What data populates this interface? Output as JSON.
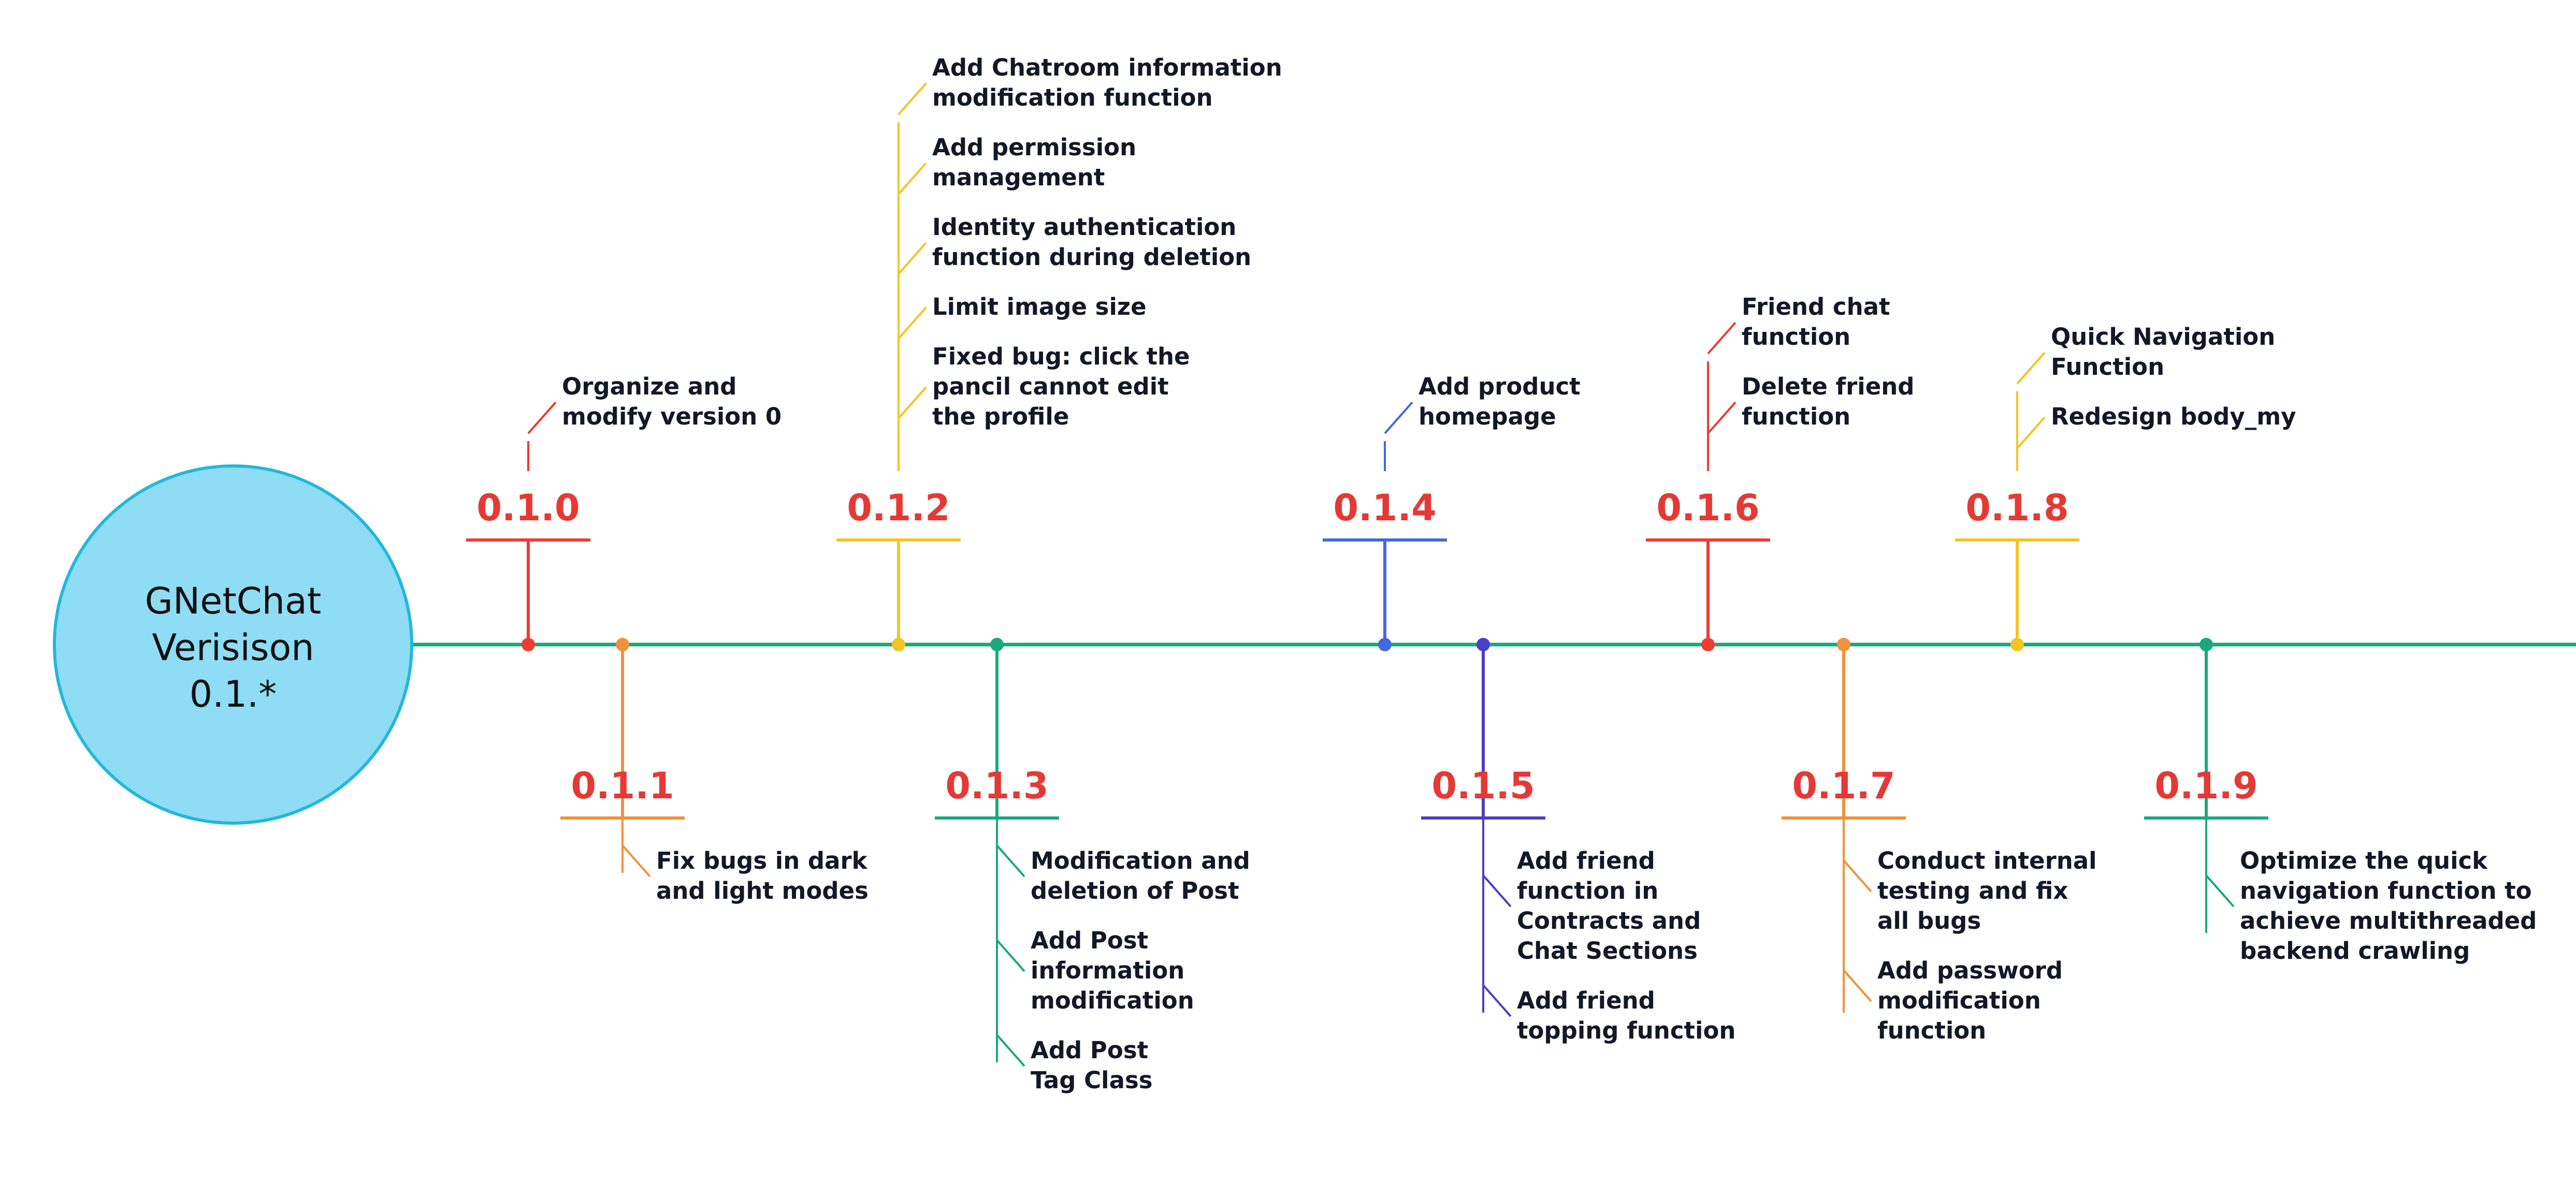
{
  "hub": {
    "lines": [
      "GNetChat",
      "Verisison",
      "0.1.*"
    ]
  },
  "colors": {
    "axis": "#18a87a",
    "hub_fill": "#8fdcf5",
    "hub_stroke": "#23b7da",
    "version_text": "#e53935",
    "note_text": "#111827"
  },
  "versions": [
    {
      "label": "0.1.0",
      "color": "#ee3b34",
      "side": "up",
      "items": [
        [
          "Organize and",
          "modify version 0"
        ]
      ]
    },
    {
      "label": "0.1.1",
      "color": "#f0913b",
      "side": "down",
      "items": [
        [
          "Fix bugs in dark",
          "and light modes"
        ]
      ]
    },
    {
      "label": "0.1.2",
      "color": "#f2c524",
      "side": "up",
      "items": [
        [
          "Add Chatroom information",
          "modification function"
        ],
        [
          "Add permission",
          "management"
        ],
        [
          "Identity authentication",
          "function during deletion"
        ],
        [
          "Limit image size"
        ],
        [
          "Fixed bug: click the",
          "pancil cannot  edit",
          "the profile"
        ]
      ]
    },
    {
      "label": "0.1.3",
      "color": "#19a97d",
      "side": "down",
      "items": [
        [
          "Modification and",
          "deletion of Post"
        ],
        [
          "Add Post",
          "information",
          "modification"
        ],
        [
          "Add Post",
          "Tag Class"
        ]
      ]
    },
    {
      "label": "0.1.4",
      "color": "#4468e0",
      "side": "up",
      "items": [
        [
          "Add product",
          "homepage"
        ]
      ]
    },
    {
      "label": "0.1.5",
      "color": "#4a3fc4",
      "side": "down",
      "items": [
        [
          "Add friend",
          "function in",
          "Contracts and",
          "Chat Sections"
        ],
        [
          "Add friend",
          "topping function"
        ]
      ]
    },
    {
      "label": "0.1.6",
      "color": "#ee3b34",
      "side": "up",
      "items": [
        [
          "Friend chat",
          "function"
        ],
        [
          "Delete friend",
          "function"
        ]
      ]
    },
    {
      "label": "0.1.7",
      "color": "#f0913b",
      "side": "down",
      "items": [
        [
          "Conduct internal",
          "testing and fix",
          "all bugs"
        ],
        [
          "Add password",
          "modification",
          "function"
        ]
      ]
    },
    {
      "label": "0.1.8",
      "color": "#f2c524",
      "side": "up",
      "items": [
        [
          "Quick Navigation",
          "Function"
        ],
        [
          "Redesign body_my"
        ]
      ]
    },
    {
      "label": "0.1.9",
      "color": "#19a97d",
      "side": "down",
      "items": [
        [
          "Optimize the quick",
          "navigation function to",
          "achieve multithreaded",
          "backend crawling"
        ]
      ]
    }
  ]
}
